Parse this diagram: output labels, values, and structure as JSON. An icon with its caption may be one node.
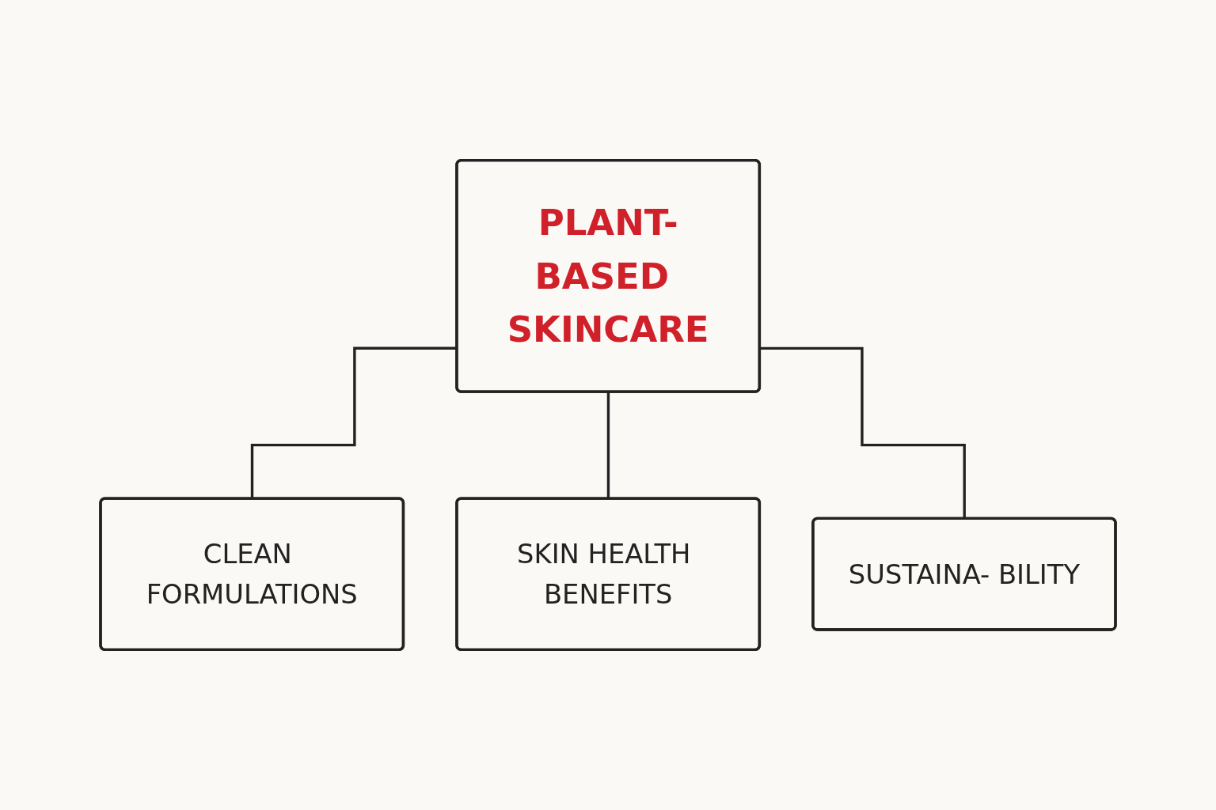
{
  "diagram": {
    "nodes": [
      {
        "text": [
          "PLANT-BASED SKINCARE"
        ]
      },
      {
        "text": [
          "CLEAN FORMULATIONS"
        ]
      },
      {
        "text": [
          "SKIN HEALTH BENEFITS"
        ]
      },
      {
        "text": [
          "SUSTAINA- BILITY"
        ]
      }
    ],
    "edges": [
      {
        "from": 0,
        "to": 1,
        "arrow": "none"
      },
      {
        "from": 0,
        "to": 2,
        "arrow": "none"
      },
      {
        "from": 0,
        "to": 3,
        "arrow": "none"
      }
    ]
  }
}
